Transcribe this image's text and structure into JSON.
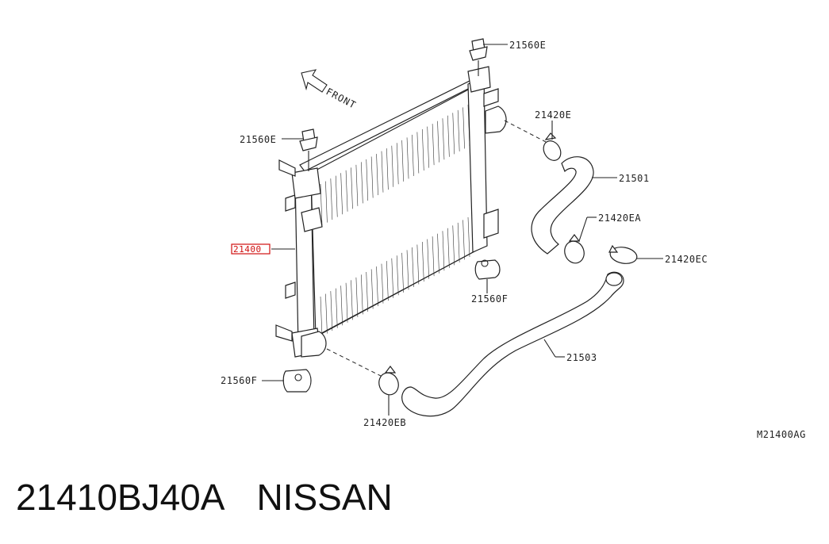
{
  "diagram": {
    "front_label": "FRONT",
    "diagram_code": "M21400AG",
    "highlighted_part": "21400",
    "highlight_color": "#d01010",
    "part_labels": {
      "cap_top": "21560E",
      "cap_left": "21560E",
      "clamp_upper": "21420E",
      "hose_upper": "21501",
      "clamp_ea": "21420EA",
      "clamp_ec": "21420EC",
      "mount_right": "21560F",
      "hose_lower": "21503",
      "mount_left": "21560F",
      "clamp_eb": "21420EB"
    }
  },
  "caption": {
    "part_number": "21410BJ40A",
    "brand": "NISSAN"
  }
}
